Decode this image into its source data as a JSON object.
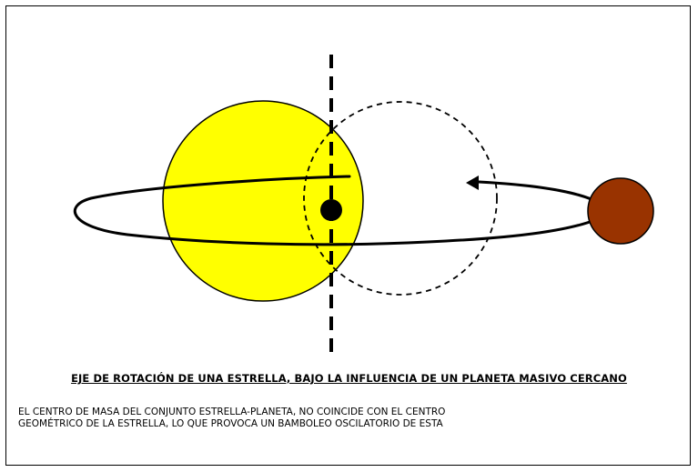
{
  "title": "EJE DE ROTACIÓN DE UNA ESTRELLA, BAJO LA INFLUENCIA DE UN PLANETA MASIVO CERCANO",
  "description_lines": [
    "EL CENTRO DE MASA DEL CONJUNTO ESTRELLA-PLANETA, NO COINCIDE CON EL CENTRO",
    "GEOMÉTRICO DE LA ESTRELLA, LO QUE PROVOCA UN BAMBOLEO OSCILATORIO DE ESTA"
  ],
  "colors": {
    "star": "#ffff00",
    "planet": "#993300",
    "center_of_mass": "#000000",
    "outline": "#000000"
  }
}
